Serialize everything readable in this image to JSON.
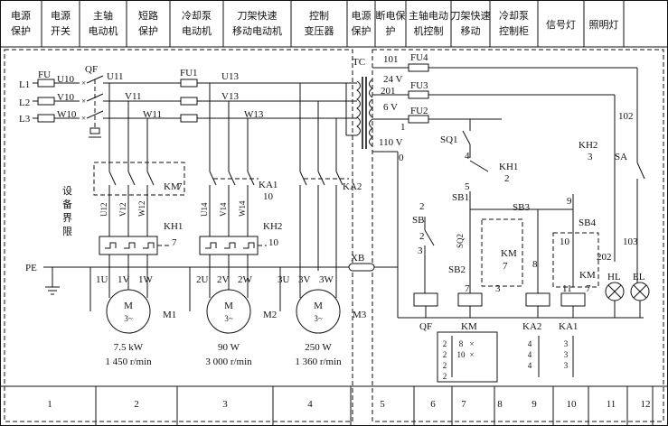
{
  "header": {
    "columns": [
      {
        "lines": [
          "电源",
          "保护"
        ]
      },
      {
        "lines": [
          "电源",
          "开关"
        ]
      },
      {
        "lines": [
          "主轴",
          "电动机"
        ]
      },
      {
        "lines": [
          "短路",
          "保护"
        ]
      },
      {
        "lines": [
          "冷却泵",
          "电动机"
        ]
      },
      {
        "lines": [
          "刀架快速",
          "移动电动机"
        ]
      },
      {
        "lines": [
          "控制",
          "变压器"
        ]
      },
      {
        "lines": [
          "电源",
          "保护"
        ]
      },
      {
        "lines": [
          "断电保",
          "护"
        ]
      },
      {
        "lines": [
          "主轴电动",
          "机控制"
        ]
      },
      {
        "lines": [
          "刀架快速",
          "移动"
        ]
      },
      {
        "lines": [
          "冷却泵",
          "控制柜"
        ]
      },
      {
        "lines": [
          "信号灯"
        ]
      },
      {
        "lines": [
          "照明灯"
        ]
      }
    ]
  },
  "footer": {
    "cells": [
      "1",
      "2",
      "3",
      "4",
      "5",
      "6",
      "7",
      "8",
      "9",
      "10",
      "11",
      "12"
    ]
  },
  "power": {
    "lines": [
      "L1",
      "L2",
      "L3"
    ],
    "fuse_labels": [
      "FU",
      "U10",
      "V10",
      "W10"
    ],
    "switch": "QF",
    "nodes": [
      "U11",
      "V11",
      "W11",
      "U13",
      "V13",
      "W13"
    ],
    "fu1": "FU1",
    "pe": "PE",
    "device_boundary": [
      "设",
      "备",
      "界",
      "限"
    ],
    "contactors": [
      "KM",
      "KA1",
      "KA2"
    ],
    "ka1_num": "10",
    "ka2_num": "",
    "km_num": "7",
    "overloads": [
      "KH1",
      "KH2"
    ],
    "overload_nums": [
      "7",
      "10"
    ],
    "m1_terms": [
      "U12",
      "V12",
      "W12"
    ],
    "m2_terms": [
      "U14",
      "V14",
      "W14"
    ],
    "m1_out": [
      "1U",
      "1V",
      "1W"
    ],
    "m2_out": [
      "2U",
      "2V",
      "2W"
    ],
    "m3_out": [
      "3U",
      "3V",
      "3W"
    ],
    "connector": "XB"
  },
  "motors": [
    {
      "name": "M1",
      "symbol": "M",
      "phase": "3~",
      "power": "7.5 kW",
      "speed": "1 450 r/min"
    },
    {
      "name": "M2",
      "symbol": "M",
      "phase": "3~",
      "power": "90 W",
      "speed": "3 000 r/min"
    },
    {
      "name": "M3",
      "symbol": "M",
      "phase": "3~",
      "power": "250 W",
      "speed": "1 360 r/min"
    }
  ],
  "control": {
    "transformer": "TC",
    "taps": [
      "24 V",
      "6 V",
      "110 V"
    ],
    "nodes": [
      "101",
      "201",
      "1",
      "0",
      "102",
      "103",
      "202",
      "2",
      "3",
      "4",
      "5",
      "7",
      "8",
      "9",
      "10",
      "11",
      "2",
      "3",
      "7"
    ],
    "fuses": [
      "FU4",
      "FU3",
      "FU2"
    ],
    "switches": [
      "SQ1",
      "KH1",
      "SB1",
      "SB",
      "SQ2",
      "SB2",
      "SB3",
      "SB4",
      "KH2",
      "SA",
      "KM",
      "KM"
    ],
    "kh1_num": "2",
    "kh2_num": "3",
    "km_num": "7",
    "coils": [
      "QF",
      "KM",
      "KA2",
      "KA1"
    ],
    "lamps": [
      "HL",
      "EL"
    ],
    "contact_table": {
      "km_rows": [
        [
          "2",
          "8",
          "×"
        ],
        [
          "2",
          "10",
          "×"
        ],
        [
          "2",
          "",
          ""
        ],
        [
          "2",
          "",
          ""
        ]
      ],
      "ka2_col": [
        "4",
        "4",
        "4"
      ],
      "ka1_col": [
        "3",
        "3",
        "3"
      ]
    }
  }
}
